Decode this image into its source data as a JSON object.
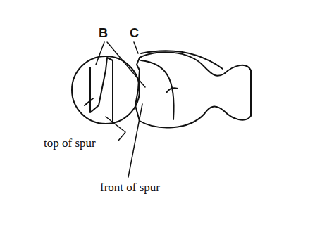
{
  "diagram": {
    "labels": [
      "B",
      "C",
      "top of spur",
      "front of spur"
    ]
  }
}
